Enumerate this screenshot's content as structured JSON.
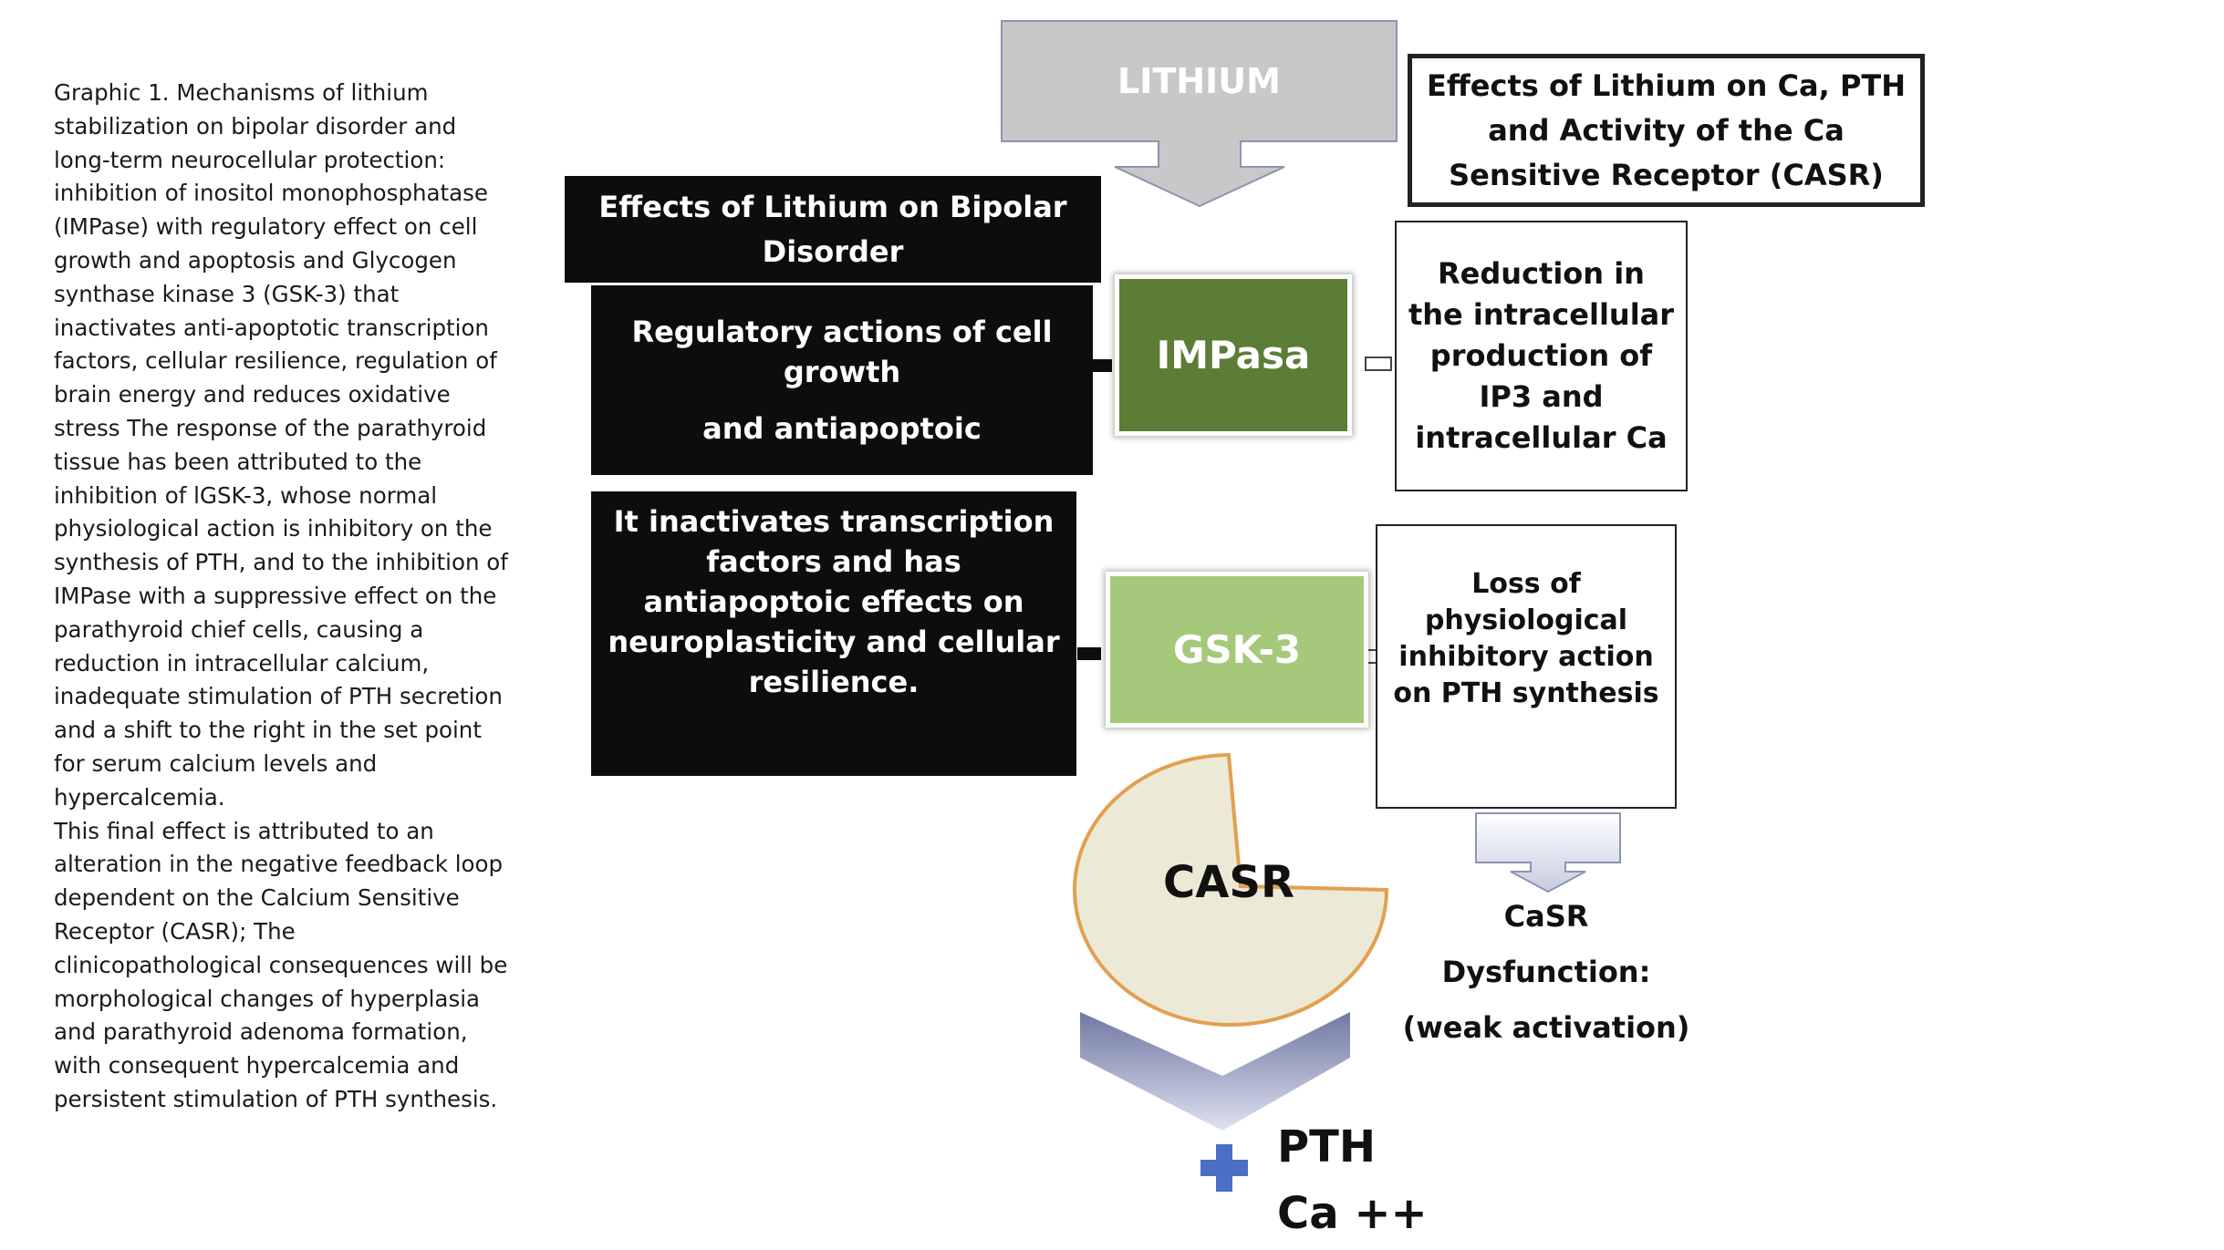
{
  "caption": {
    "paragraph1": "Graphic 1. Mechanisms of lithium stabilization on bipolar disorder and long-term neurocellular protection: inhibition of inositol monophosphatase (IMPase) with regulatory effect on cell growth and apoptosis and Glycogen synthase kinase 3 (GSK-3) that inactivates anti-apoptotic transcription factors, cellular resilience, regulation of brain energy and reduces oxidative stress The response of the parathyroid tissue has been attributed to the inhibition of lGSK-3, whose normal physiological action is inhibitory on the synthesis of PTH, and to the inhibition of IMPase with a suppressive effect on the parathyroid chief cells, causing a reduction in intracellular calcium, inadequate stimulation of PTH secretion and a shift to the right in the set point for serum calcium levels and hypercalcemia.",
    "paragraph2": "This final effect is attributed to an alteration in the negative feedback loop dependent on the Calcium Sensitive Receptor (CASR); The clinicopathological consequences will be morphological changes of hyperplasia and parathyroid adenoma formation, with consequent hypercalcemia and persistent stimulation of PTH synthesis."
  },
  "diagram": {
    "lithium_label": "LITHIUM",
    "bipolar_header": "Effects of Lithium on Bipolar Disorder",
    "ca_header": "Effects of Lithium on Ca, PTH and Activity of the Ca Sensitive Receptor (CASR)",
    "regulatory_line1": "Regulatory actions of cell growth",
    "regulatory_line2": "and antiapoptoic",
    "impasa_label": "IMPasa",
    "reduction_text": "Reduction in the intracellular production of IP3 and intracellular Ca",
    "inactivates_text": "It inactivates transcription factors and has antiapoptoic effects on neuroplasticity and cellular resilience.",
    "gsk_label": "GSK-3",
    "loss_text": "Loss of physiological inhibitory action on PTH synthesis",
    "casr_label": "CASR",
    "casr_dysfunction_line1": "CaSR Dysfunction:",
    "casr_dysfunction_line2": "(weak activation)",
    "pth_label": "PTH",
    "ca_label": "Ca ++"
  },
  "colors": {
    "lithium_fill": "#c8c8c8",
    "impasa_fill": "#5b7d35",
    "gsk_fill": "#a6c87b",
    "casr_fill": "#ece9d6",
    "casr_stroke": "#e2a050",
    "chevron_fill": "#9aa2bf",
    "plus_fill": "#4a6fc5"
  },
  "icons": {
    "lithium_arrow": "down-arrow-icon",
    "casr_arrow": "down-arrow-icon",
    "casr_shape": "pacman-shape-icon",
    "chevron": "chevron-down-icon",
    "plus": "plus-icon"
  }
}
